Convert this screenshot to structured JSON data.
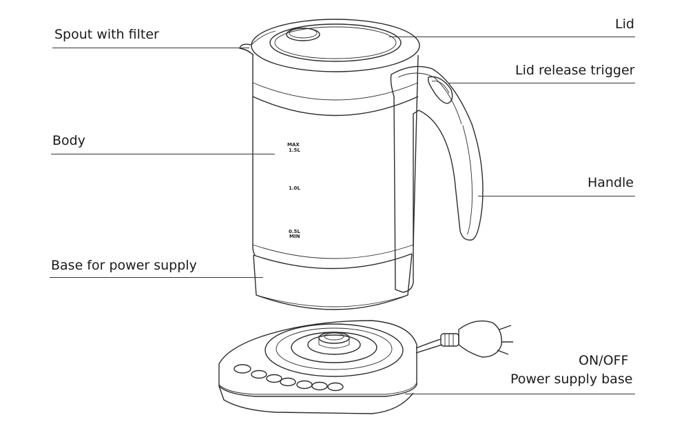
{
  "labels": {
    "spout": "Spout with filter",
    "body": "Body",
    "base_power": "Base for power supply",
    "lid": "Lid",
    "lid_release": "Lid release trigger",
    "handle": "Handle",
    "onoff": "ON/OFF",
    "power_base": "Power supply base"
  },
  "markings": {
    "max": "MAX",
    "max_vol": "1.5L",
    "mid": "1.0L",
    "min": "0.5L",
    "min_sub": "MIN"
  }
}
